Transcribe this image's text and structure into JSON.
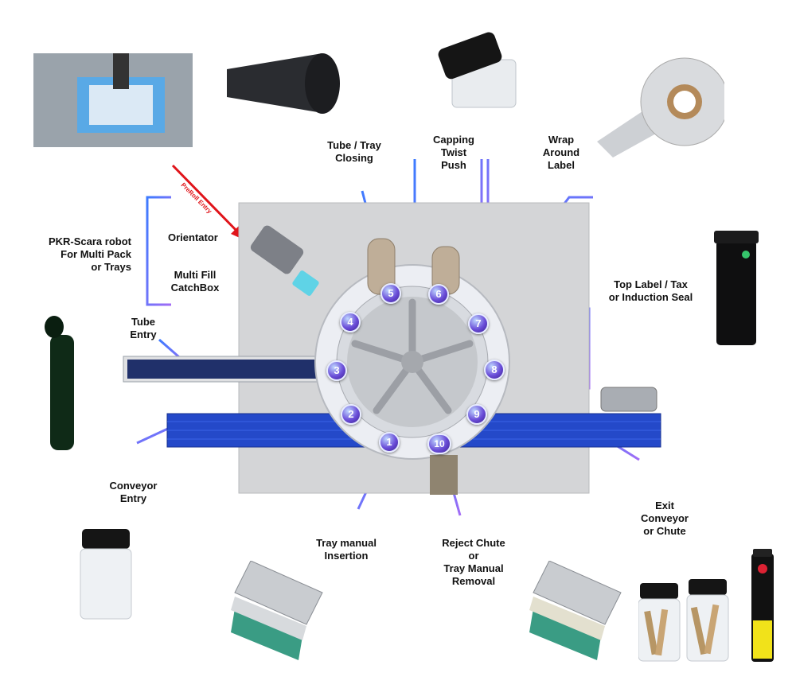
{
  "labels": {
    "tube_tray_closing": [
      "Tube / Tray",
      "Closing"
    ],
    "capping": [
      "Capping",
      "Twist",
      "Push"
    ],
    "wrap_label": [
      "Wrap",
      "Around",
      "Label"
    ],
    "scara": [
      "PKR-Scara robot",
      "For Multi Pack",
      "or Trays"
    ],
    "orientator": "Orientator",
    "multi_fill": [
      "Multi Fill",
      "CatchBox"
    ],
    "tube_entry": [
      "Tube",
      "Entry"
    ],
    "top_label": [
      "Top Label / Tax",
      "or Induction Seal"
    ],
    "conveyor_entry": [
      "Conveyor",
      "Entry"
    ],
    "tray_manual_insertion": [
      "Tray manual",
      "Insertion"
    ],
    "reject_chute": [
      "Reject Chute",
      "or",
      "Tray Manual",
      "Removal"
    ],
    "exit_conveyor": [
      "Exit",
      "Conveyor",
      "or Chute"
    ],
    "preroll_entry": "PreRoll Entry"
  },
  "stations": [
    "1",
    "2",
    "3",
    "4",
    "5",
    "6",
    "7",
    "8",
    "9",
    "10"
  ],
  "colors": {
    "accent_blue": "#1f3fbf",
    "callout_line": "#7a6cf0",
    "arrow_red": "#e0141a"
  }
}
